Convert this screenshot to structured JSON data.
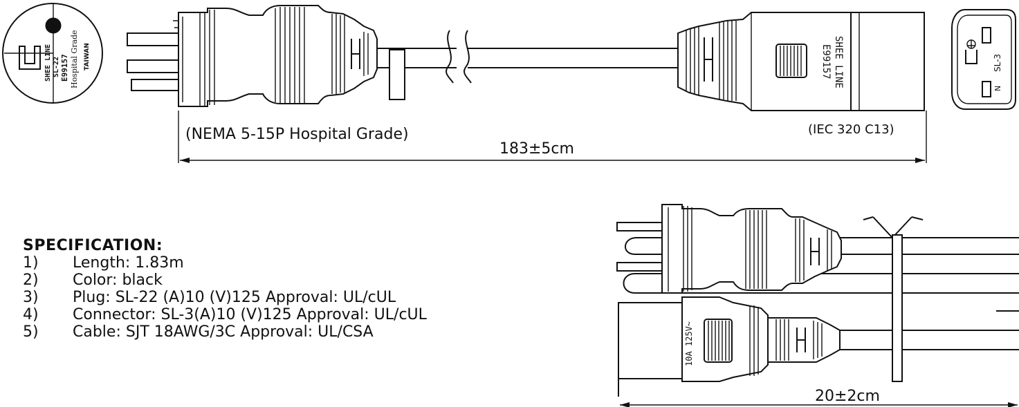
{
  "diagram": {
    "top_plug_label": "(NEMA 5-15P Hospital Grade)",
    "top_connector_label": "(IEC 320 C13)",
    "top_length": "183±5cm",
    "bottom_length": "20±2cm"
  },
  "plug_face": {
    "line1": "SHEE LINE",
    "line2": "SL-22",
    "line3": "E99157",
    "line4": "Hospital Grade",
    "line5": "TAIWAN"
  },
  "connector_marking": {
    "line1": "SHEE LINE",
    "line2": "E99157"
  },
  "connector_face": {
    "model": "SL-3",
    "neutral": "N"
  },
  "bottom_connector_marking": "10A 125V~",
  "specification": {
    "title": "SPECIFICATION:",
    "items": [
      {
        "num": "1)",
        "text": "Length: 1.83m"
      },
      {
        "num": "2)",
        "text": "Color: black"
      },
      {
        "num": "3)",
        "text": "Plug: SL-22 (A)10 (V)125 Approval: UL/cUL"
      },
      {
        "num": "4)",
        "text": "Connector: SL-3(A)10 (V)125 Approval: UL/cUL"
      },
      {
        "num": "5)",
        "text": "Cable: SJT 18AWG/3C Approval: UL/CSA"
      }
    ]
  }
}
